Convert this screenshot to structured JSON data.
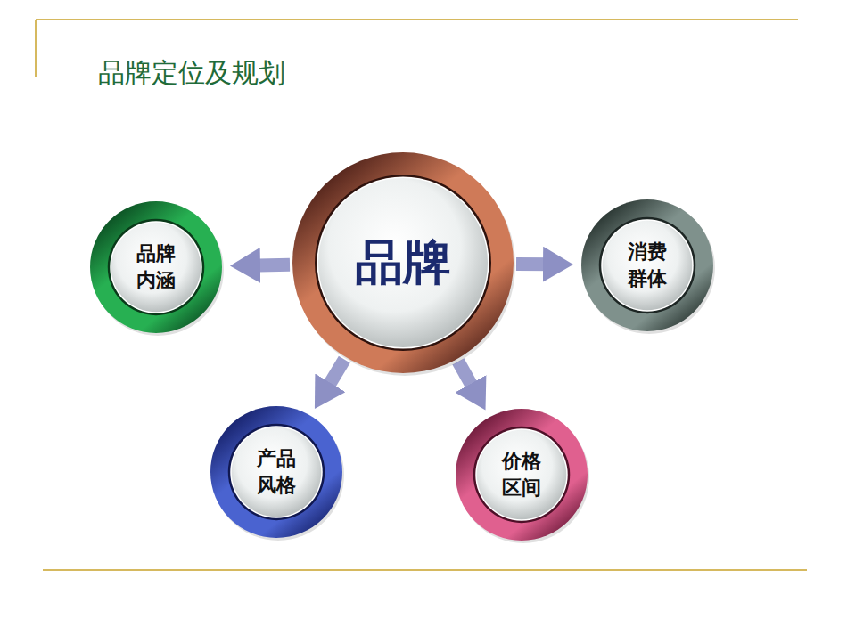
{
  "diagram": {
    "title": "品牌定位及规划",
    "nodes": [
      {
        "text": [
          "品牌"
        ]
      },
      {
        "text": [
          "品牌 内涵"
        ]
      },
      {
        "text": [
          "消费 群体"
        ]
      },
      {
        "text": [
          "产品 风格"
        ]
      },
      {
        "text": [
          "价格 区间"
        ]
      }
    ],
    "edges": [
      {
        "from": 0,
        "to": 1,
        "arrow": "to"
      },
      {
        "from": 0,
        "to": 2,
        "arrow": "to"
      },
      {
        "from": 0,
        "to": 3,
        "arrow": "to"
      },
      {
        "from": 0,
        "to": 4,
        "arrow": "to"
      }
    ]
  }
}
